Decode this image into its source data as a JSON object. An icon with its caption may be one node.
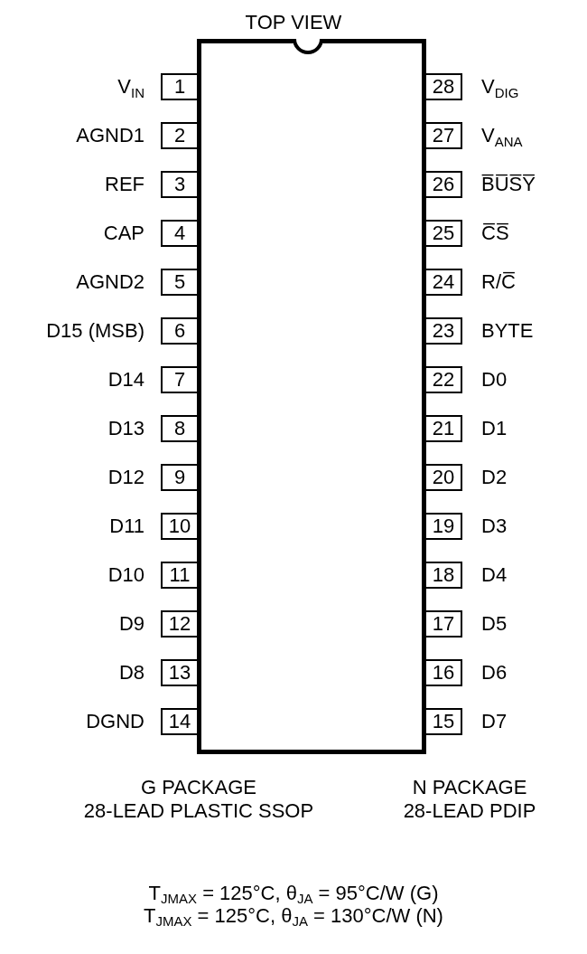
{
  "diagram": {
    "title": "TOP VIEW",
    "nodes": [
      {
        "text": [
          "1"
        ],
        "beside": [
          "V$_{IN}$"
        ]
      },
      {
        "text": [
          "2"
        ],
        "beside": [
          "AGND1"
        ]
      },
      {
        "text": [
          "3"
        ],
        "beside": [
          "REF"
        ]
      },
      {
        "text": [
          "4"
        ],
        "beside": [
          "CAP"
        ]
      },
      {
        "text": [
          "5"
        ],
        "beside": [
          "AGND2"
        ]
      },
      {
        "text": [
          "6"
        ],
        "beside": [
          "D15 (MSB)"
        ]
      },
      {
        "text": [
          "7"
        ],
        "beside": [
          "D14"
        ]
      },
      {
        "text": [
          "8"
        ],
        "beside": [
          "D13"
        ]
      },
      {
        "text": [
          "9"
        ],
        "beside": [
          "D12"
        ]
      },
      {
        "text": [
          "10"
        ],
        "beside": [
          "D11"
        ]
      },
      {
        "text": [
          "11"
        ],
        "beside": [
          "D10"
        ]
      },
      {
        "text": [
          "12"
        ],
        "beside": [
          "D9"
        ]
      },
      {
        "text": [
          "13"
        ],
        "beside": [
          "D8"
        ]
      },
      {
        "text": [
          "14"
        ],
        "beside": [
          "DGND"
        ]
      },
      {
        "text": [
          "15"
        ],
        "beside": [
          "D7"
        ]
      },
      {
        "text": [
          "16"
        ],
        "beside": [
          "D6"
        ]
      },
      {
        "text": [
          "17"
        ],
        "beside": [
          "D5"
        ]
      },
      {
        "text": [
          "18"
        ],
        "beside": [
          "D4"
        ]
      },
      {
        "text": [
          "19"
        ],
        "beside": [
          "D3"
        ]
      },
      {
        "text": [
          "20"
        ],
        "beside": [
          "D2"
        ]
      },
      {
        "text": [
          "21"
        ],
        "beside": [
          "D1"
        ]
      },
      {
        "text": [
          "22"
        ],
        "beside": [
          "D0"
        ]
      },
      {
        "text": [
          "23"
        ],
        "beside": [
          "BYTE"
        ]
      },
      {
        "text": [
          "24"
        ],
        "beside": [
          "R/C̅"
        ]
      },
      {
        "text": [
          "25"
        ],
        "beside": [
          "C̅S̅"
        ]
      },
      {
        "text": [
          "26"
        ],
        "beside": [
          "B̅U̅S̅Y̅"
        ]
      },
      {
        "text": [
          "27"
        ],
        "beside": [
          "V$_{ANA}$"
        ]
      },
      {
        "text": [
          "28"
        ],
        "beside": [
          "V$_{DIG}$"
        ]
      }
    ],
    "labels": [
      "G PACKAGE",
      "28-LEAD PLASTIC SSOP",
      "N PACKAGE",
      "28-LEAD PDIP",
      "T$_{JMAX}$ = 125°C, θ$_{JA}$ = 95°C/W (G)",
      "T$_{JMAX}$ = 125°C, θ$_{JA}$ = 130°C/W (N)"
    ]
  }
}
